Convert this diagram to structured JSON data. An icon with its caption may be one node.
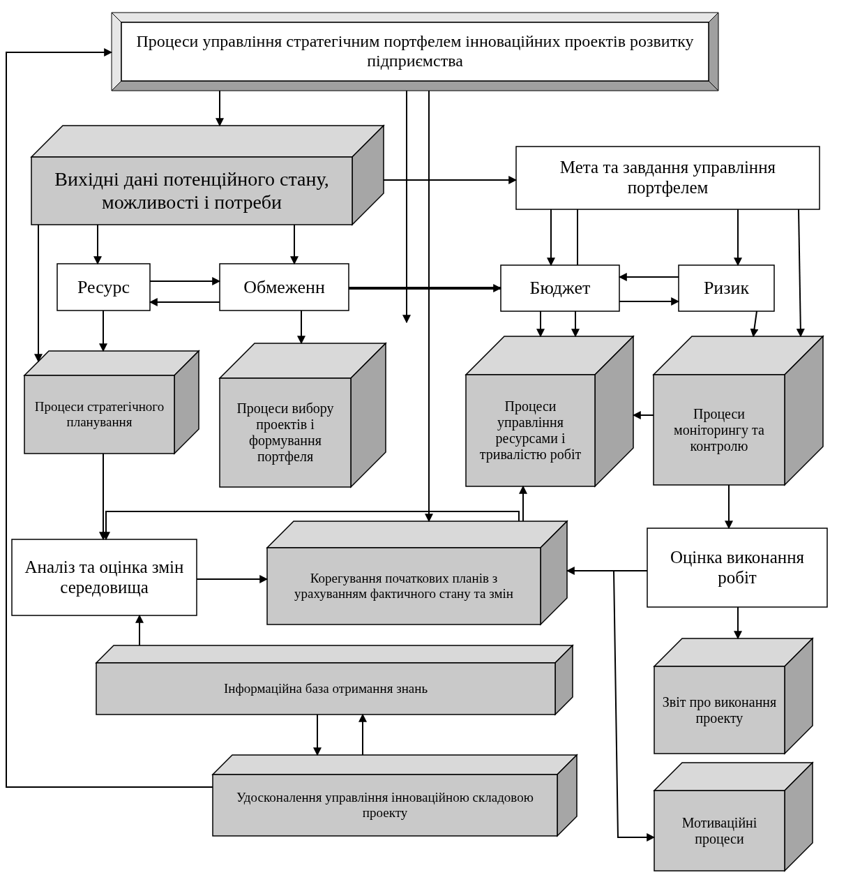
{
  "diagram": {
    "nodes": [
      {
        "text": [
          "Процеси управління стратегічним портфелем інноваційних проектів розвитку підприємства"
        ]
      },
      {
        "text": [
          "Вихідні дані потенційного стану, можливості і потреби"
        ]
      },
      {
        "text": [
          "Мета та завдання управління портфелем"
        ]
      },
      {
        "text": [
          "Ресурс"
        ]
      },
      {
        "text": [
          "Обмеженн"
        ]
      },
      {
        "text": [
          "Бюджет"
        ]
      },
      {
        "text": [
          "Ризик"
        ]
      },
      {
        "text": [
          "Процеси стратегічного планування"
        ]
      },
      {
        "text": [
          "Процеси вибору проектів і формування портфеля"
        ]
      },
      {
        "text": [
          "Процеси управління ресурсами і тривалістю робіт"
        ]
      },
      {
        "text": [
          "Процеси моніторингу та контролю"
        ]
      },
      {
        "text": [
          "Аналіз та оцінка змін середовища"
        ]
      },
      {
        "text": [
          "Корегування початкових планів з урахуванням фактичного стану та змін"
        ]
      },
      {
        "text": [
          "Оцінка виконання робіт"
        ]
      },
      {
        "text": [
          "Інформаційна база отримання знань"
        ]
      },
      {
        "text": [
          "Звіт про виконання проекту"
        ]
      },
      {
        "text": [
          "Удосконалення управління інноваційною складовою проекту"
        ]
      },
      {
        "text": [
          "Мотиваційні процеси"
        ]
      }
    ],
    "edges": [
      {
        "from": 0,
        "to": 1,
        "arrow": "to"
      },
      {
        "from": 1,
        "to": 2,
        "arrow": "to"
      },
      {
        "from": 1,
        "to": 3,
        "arrow": "to"
      },
      {
        "from": 1,
        "to": 4,
        "arrow": "to"
      },
      {
        "from": 1,
        "to": 7,
        "arrow": "to"
      },
      {
        "from": 3,
        "to": 4,
        "arrow": "to"
      },
      {
        "from": 4,
        "to": 3,
        "arrow": "to"
      },
      {
        "from": 4,
        "to": 5,
        "arrow": "to",
        "style": "thick"
      },
      {
        "from": 6,
        "to": 5,
        "arrow": "to"
      },
      {
        "from": 5,
        "to": 6,
        "arrow": "to"
      },
      {
        "from": 2,
        "to": 5,
        "arrow": "to"
      },
      {
        "from": 2,
        "to": 5,
        "arrow": "none"
      },
      {
        "from": 5,
        "to": 9,
        "arrow": "to"
      },
      {
        "from": 5,
        "to": 9,
        "arrow": "to"
      },
      {
        "from": 2,
        "to": 6,
        "arrow": "to"
      },
      {
        "from": 2,
        "to": 10,
        "arrow": "to"
      },
      {
        "from": 6,
        "to": 10,
        "arrow": "to"
      },
      {
        "from": 3,
        "to": 7,
        "arrow": "to"
      },
      {
        "from": 4,
        "to": 8,
        "arrow": "to"
      },
      {
        "from": 10,
        "to": 9,
        "arrow": "to"
      },
      {
        "from": 0,
        "to": null,
        "arrow": "to"
      },
      {
        "from": 0,
        "to": 12,
        "arrow": "to"
      },
      {
        "from": 12,
        "to": 9,
        "arrow": "to"
      },
      {
        "from": 12,
        "to": 11,
        "arrow": "to"
      },
      {
        "from": 7,
        "to": 11,
        "arrow": "to"
      },
      {
        "from": 11,
        "to": 12,
        "arrow": "to"
      },
      {
        "from": 13,
        "to": 12,
        "arrow": "to"
      },
      {
        "from": 13,
        "to": 17,
        "arrow": "to"
      },
      {
        "from": 10,
        "to": 13,
        "arrow": "to"
      },
      {
        "from": 13,
        "to": 15,
        "arrow": "to"
      },
      {
        "from": 14,
        "to": 11,
        "arrow": "to"
      },
      {
        "from": 14,
        "to": 16,
        "arrow": "to"
      },
      {
        "from": 16,
        "to": 14,
        "arrow": "to"
      },
      {
        "from": 16,
        "to": 0,
        "arrow": "to"
      }
    ]
  }
}
